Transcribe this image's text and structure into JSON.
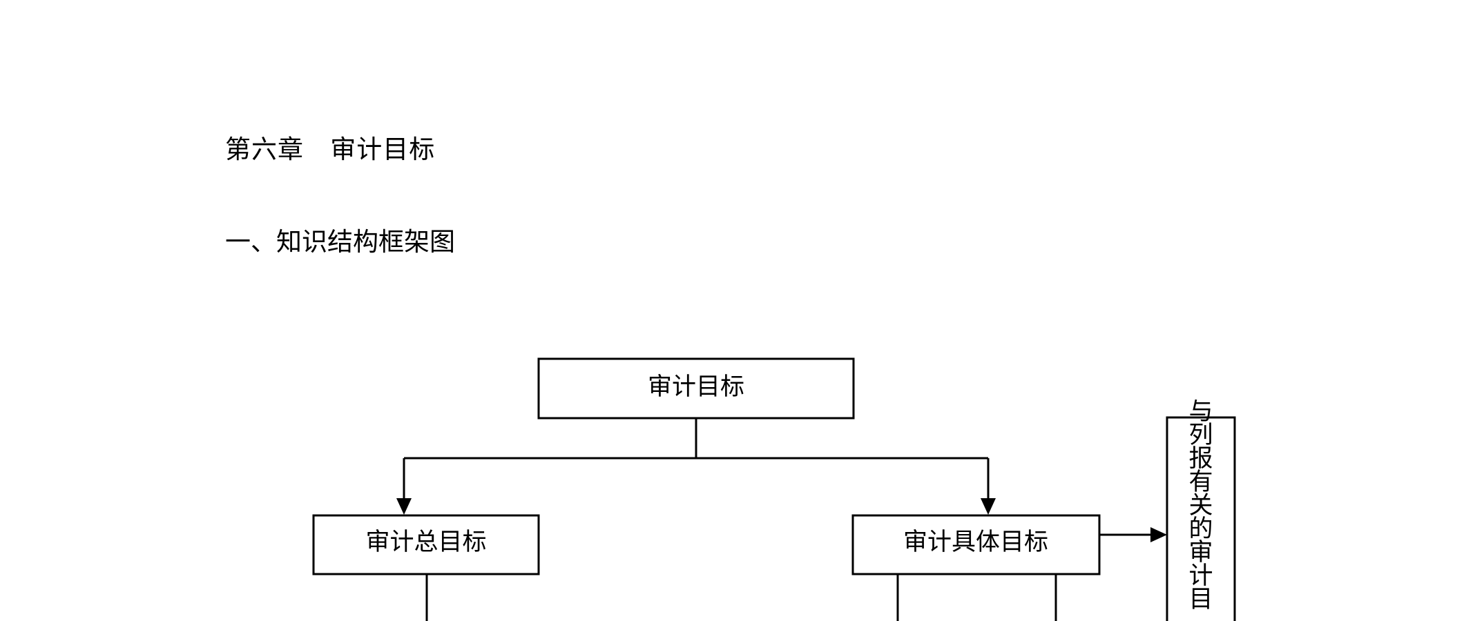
{
  "chapter": {
    "title": "第六章   审计目标"
  },
  "section": {
    "title": "一、知识结构框架图"
  },
  "diagram": {
    "root": "审计目标",
    "left_child": "审计总目标",
    "right_child": "审计具体目标",
    "side_box": "与列报有关的审计目"
  }
}
